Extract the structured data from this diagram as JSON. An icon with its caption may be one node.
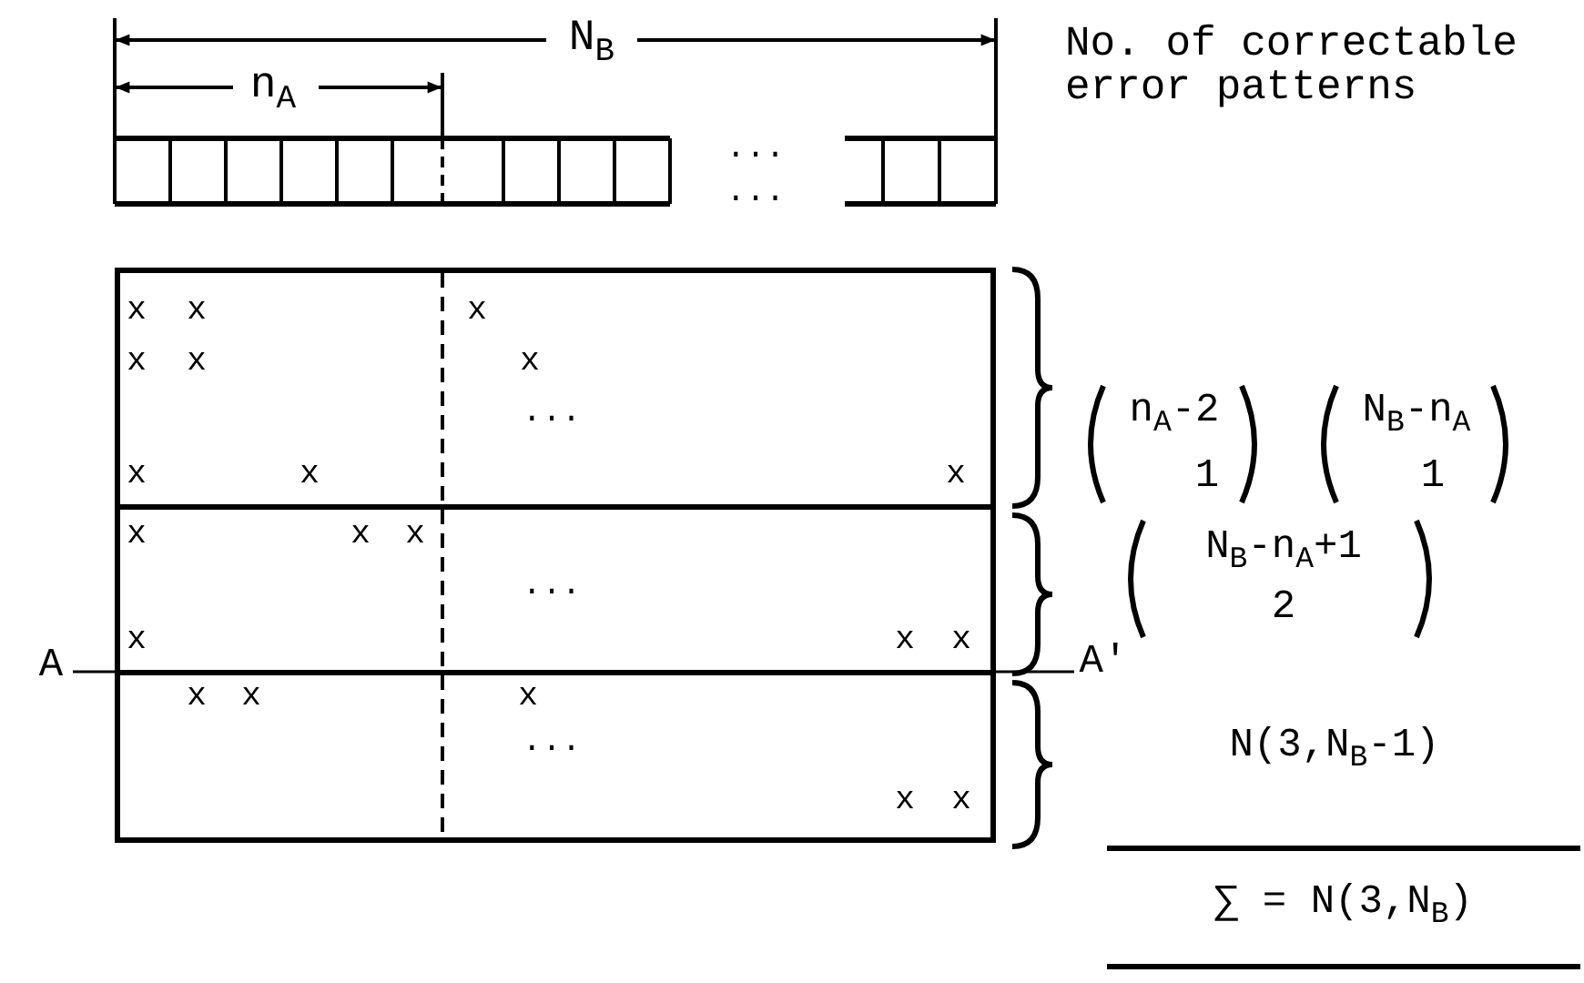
{
  "diagram": {
    "nodes": [
      {
        "text": [
          "x",
          "x",
          "x",
          "x",
          "x",
          "x",
          "...",
          "x",
          "x",
          "x"
        ]
      },
      {
        "text": [
          "x",
          "x",
          "x",
          "...",
          "x",
          "x",
          "x"
        ]
      },
      {
        "text": [
          "x",
          "x",
          "x",
          "...",
          "x",
          "x"
        ]
      }
    ],
    "labels": [
      "N$_{B}$",
      "No. of correctable error patterns",
      "n$_{A}$",
      "...",
      "...",
      "n$_{A}$-2",
      "N$_{B}$-n$_{A}$",
      "1",
      "1",
      "N$_{B}$-n$_{A}$+1",
      "2",
      "A",
      "A'",
      "N(3,N$_{B}$-1)",
      "∑ = N(3,N$_{B}$)"
    ]
  }
}
